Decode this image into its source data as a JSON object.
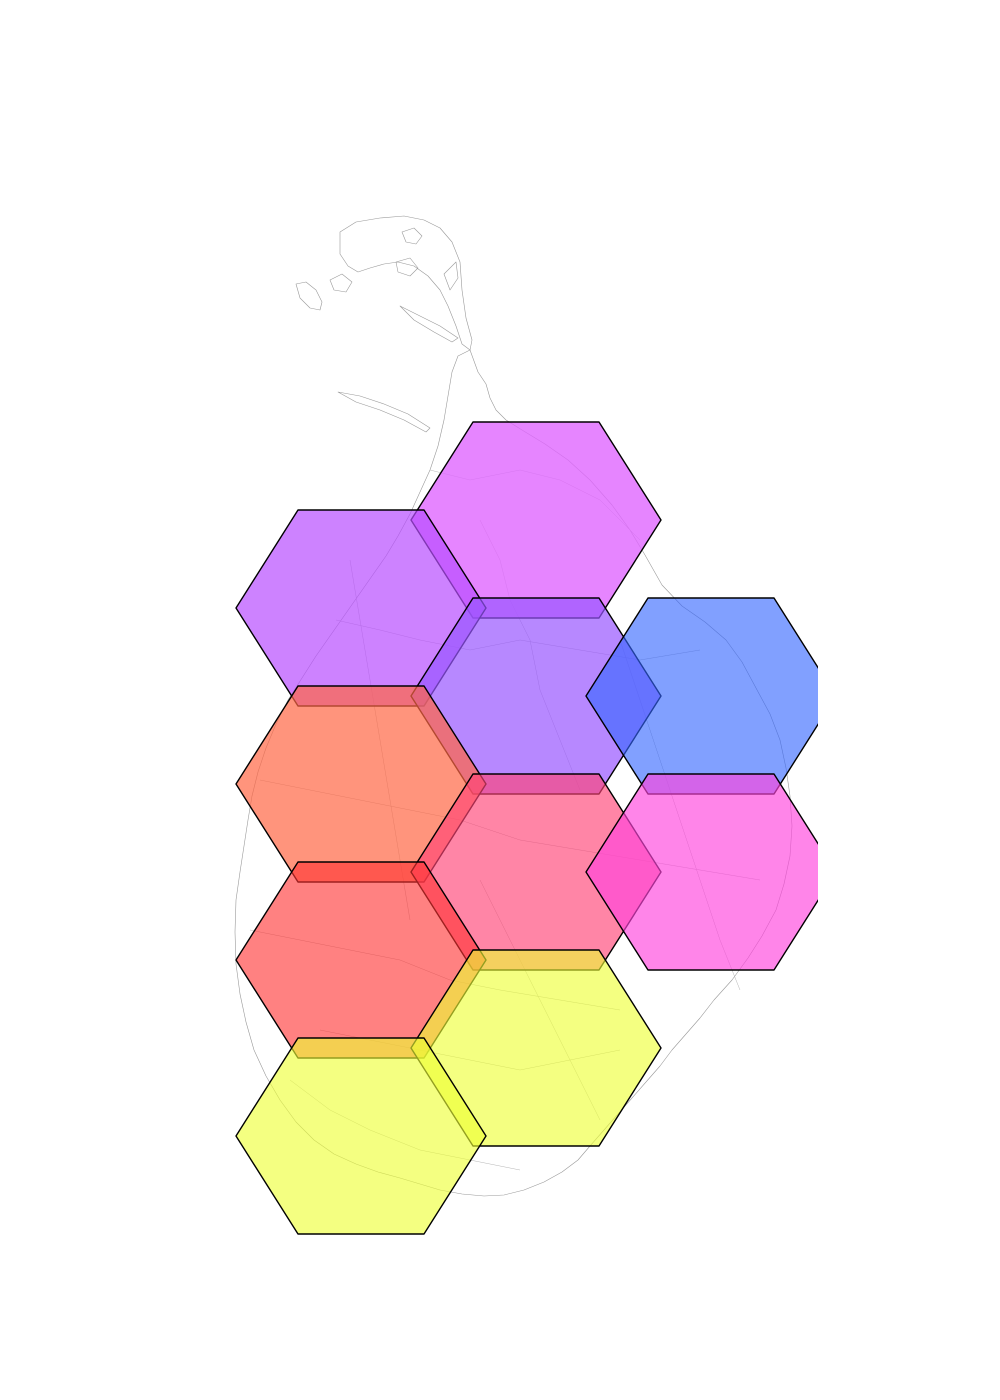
{
  "map": {
    "colors": {
      "background": "#ffffff",
      "outline": "#9a9a9a",
      "hex_stroke": "#000000"
    },
    "hex_cells": [
      {
        "id": "hex-north-center",
        "color": "#e066ff",
        "opacity": 0.8
      },
      {
        "id": "hex-northwest",
        "color": "#b84dff",
        "opacity": 0.7
      },
      {
        "id": "hex-center",
        "color": "#9955ff",
        "opacity": 0.7
      },
      {
        "id": "hex-east",
        "color": "#3366ff",
        "opacity": 0.62
      },
      {
        "id": "hex-west",
        "color": "#ff6644",
        "opacity": 0.7
      },
      {
        "id": "hex-center-south",
        "color": "#ff4477",
        "opacity": 0.65
      },
      {
        "id": "hex-southeast",
        "color": "#ff44dd",
        "opacity": 0.65
      },
      {
        "id": "hex-southwest",
        "color": "#ff3333",
        "opacity": 0.62
      },
      {
        "id": "hex-south",
        "color": "#eeff33",
        "opacity": 0.62
      },
      {
        "id": "hex-far-south",
        "color": "#eeff33",
        "opacity": 0.62
      }
    ]
  }
}
